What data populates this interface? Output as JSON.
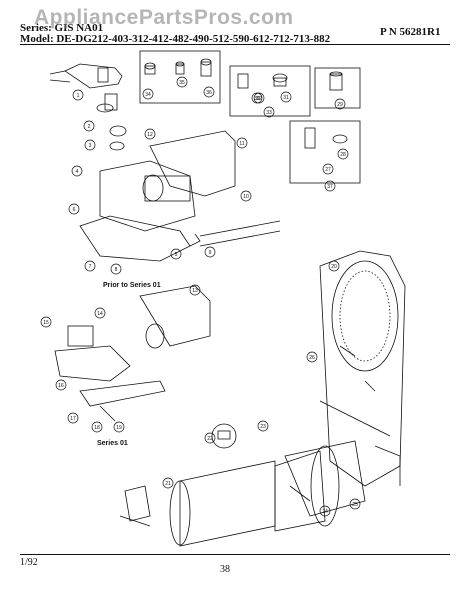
{
  "header": {
    "series_label": "Series: GIS NA01",
    "model_label": "Model: DE-DG212-403-312-412-482-490-512-590-612-712-713-882",
    "part_number": "P N 56281R1",
    "watermark": "AppliancePartsPros.com"
  },
  "diagram": {
    "captions": {
      "prior": "Prior to Series 01",
      "series01": "Series 01"
    },
    "callouts": [
      "1",
      "2",
      "3",
      "4",
      "5",
      "6",
      "7",
      "8",
      "9",
      "10",
      "11",
      "12",
      "13",
      "14",
      "15",
      "16",
      "17",
      "18",
      "19",
      "20",
      "21",
      "22",
      "23",
      "24",
      "25",
      "26",
      "27",
      "28",
      "29",
      "30",
      "31",
      "32",
      "33",
      "34",
      "35",
      "36",
      "37"
    ]
  },
  "footer": {
    "date": "1/92",
    "page": "38"
  }
}
